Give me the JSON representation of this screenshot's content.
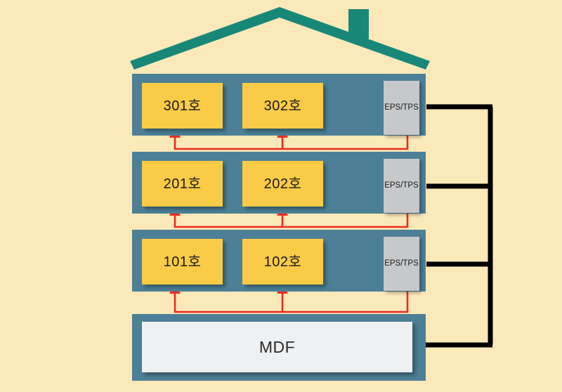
{
  "diagram": {
    "title": "Apartment building vertical cabling riser diagram",
    "colors": {
      "background": "#fce9ba",
      "roof": "#198778",
      "floor_band": "#4d8097",
      "unit_fill": "#facb47",
      "eps_fill": "#c6c8ca",
      "mdf_fill": "#eef0f2",
      "drop_cable": "#ee2b22",
      "riser_cable": "#000000"
    },
    "roof": {
      "name": "roof",
      "chimney_name": "chimney"
    },
    "floors": [
      {
        "id": "floor-3",
        "units": [
          {
            "id": "unit-301",
            "label": "301호"
          },
          {
            "id": "unit-302",
            "label": "302호"
          }
        ],
        "shaft": {
          "id": "eps-tps-3",
          "label": "EPS/TPS"
        }
      },
      {
        "id": "floor-2",
        "units": [
          {
            "id": "unit-201",
            "label": "201호"
          },
          {
            "id": "unit-202",
            "label": "202호"
          }
        ],
        "shaft": {
          "id": "eps-tps-2",
          "label": "EPS/TPS"
        }
      },
      {
        "id": "floor-1",
        "units": [
          {
            "id": "unit-101",
            "label": "101호"
          },
          {
            "id": "unit-102",
            "label": "102호"
          }
        ],
        "shaft": {
          "id": "eps-tps-1",
          "label": "EPS/TPS"
        }
      }
    ],
    "basement": {
      "id": "mdf",
      "label": "MDF"
    }
  }
}
